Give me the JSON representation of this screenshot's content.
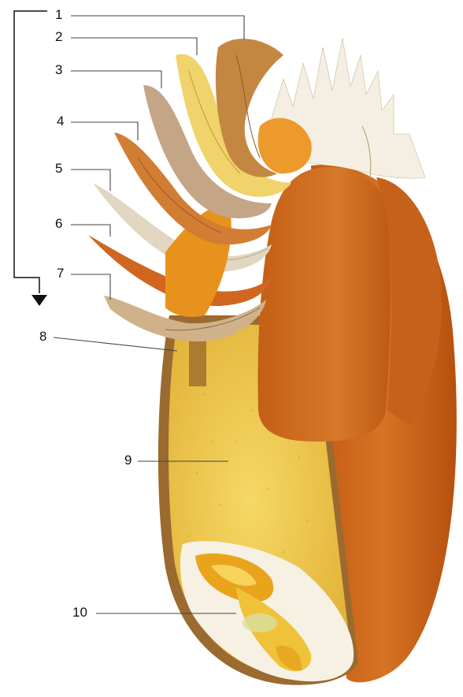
{
  "labels": {
    "l1": "1",
    "l2": "2",
    "l3": "3",
    "l4": "4",
    "l5": "5",
    "l6": "6",
    "l7": "7",
    "l8": "8",
    "l9": "9",
    "l10": "10"
  },
  "colors": {
    "pericarp_dark": "#b8520f",
    "pericarp": "#d06a1c",
    "pericarp_light": "#e1863a",
    "endosperm": "#f2c94a",
    "endosperm_light": "#f7dc70",
    "aleurone": "#8a6a3a",
    "brush": "#f3ede0",
    "embryo": "#f0a820",
    "layer_tan": "#c9a57a",
    "layer_brown": "#a87438",
    "layer_cream": "#ece2cc",
    "layer_orange": "#d0661e"
  }
}
